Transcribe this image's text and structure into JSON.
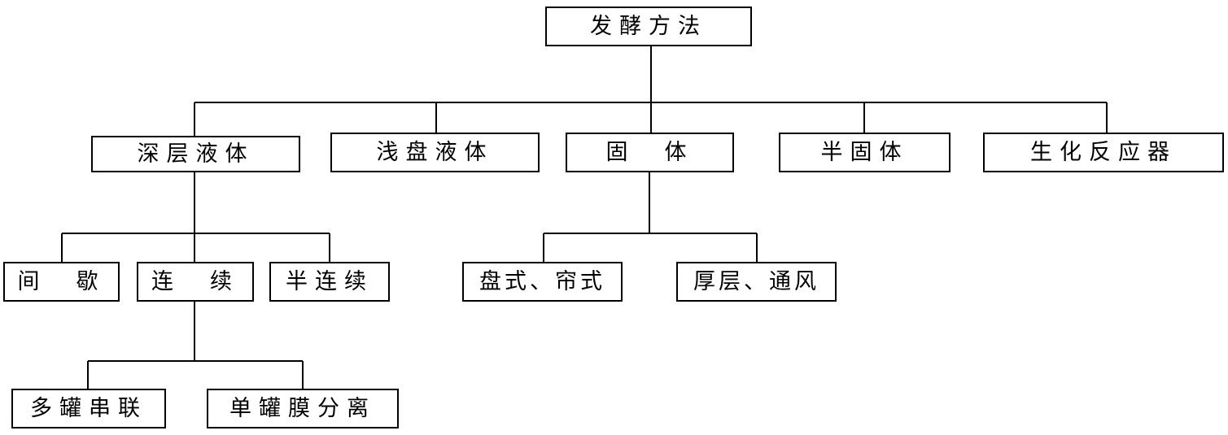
{
  "diagram": {
    "root": "发酵方法",
    "level1": {
      "deep_liquid": "深层液体",
      "shallow_liquid": "浅盘液体",
      "solid": "固　体",
      "semi_solid": "半固体",
      "bioreactor": "生化反应器"
    },
    "deep_liquid_children": {
      "batch": "间　歇",
      "continuous": "连　续",
      "semi_continuous": "半连续"
    },
    "continuous_children": {
      "multi_tank": "多罐串联",
      "single_tank_membrane": "单罐膜分离"
    },
    "solid_children": {
      "tray_curtain": "盘式、帘式",
      "thick_layer": "厚层、通风"
    }
  }
}
